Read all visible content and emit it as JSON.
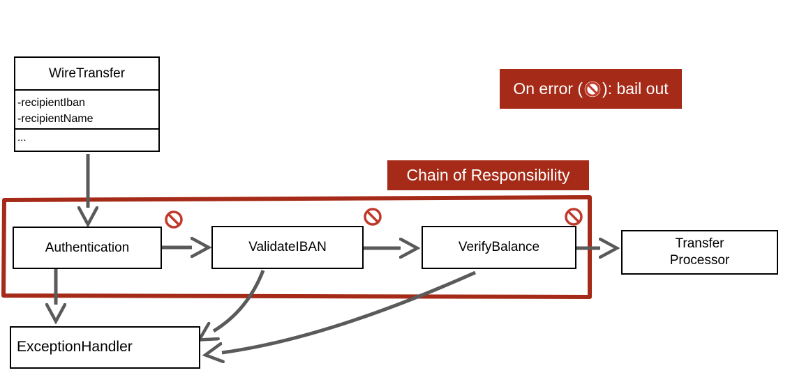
{
  "legend": {
    "prefix": "On error (",
    "icon": "prohibited-icon",
    "suffix": "): bail out"
  },
  "chain_label": "Chain of Responsibility",
  "wire_transfer": {
    "title": "WireTransfer",
    "attributes": [
      "-recipientIban",
      "-recipientName"
    ],
    "more": "..."
  },
  "handlers": {
    "authentication": "Authentication",
    "validate_iban": "ValidateIBAN",
    "verify_balance": "VerifyBalance"
  },
  "transfer_processor": "Transfer\nProcessor",
  "exception_handler": "ExceptionHandler",
  "colors": {
    "accent": "#a52a17",
    "arrow": "#5a5a5a",
    "stop_icon": "#c0392b"
  }
}
